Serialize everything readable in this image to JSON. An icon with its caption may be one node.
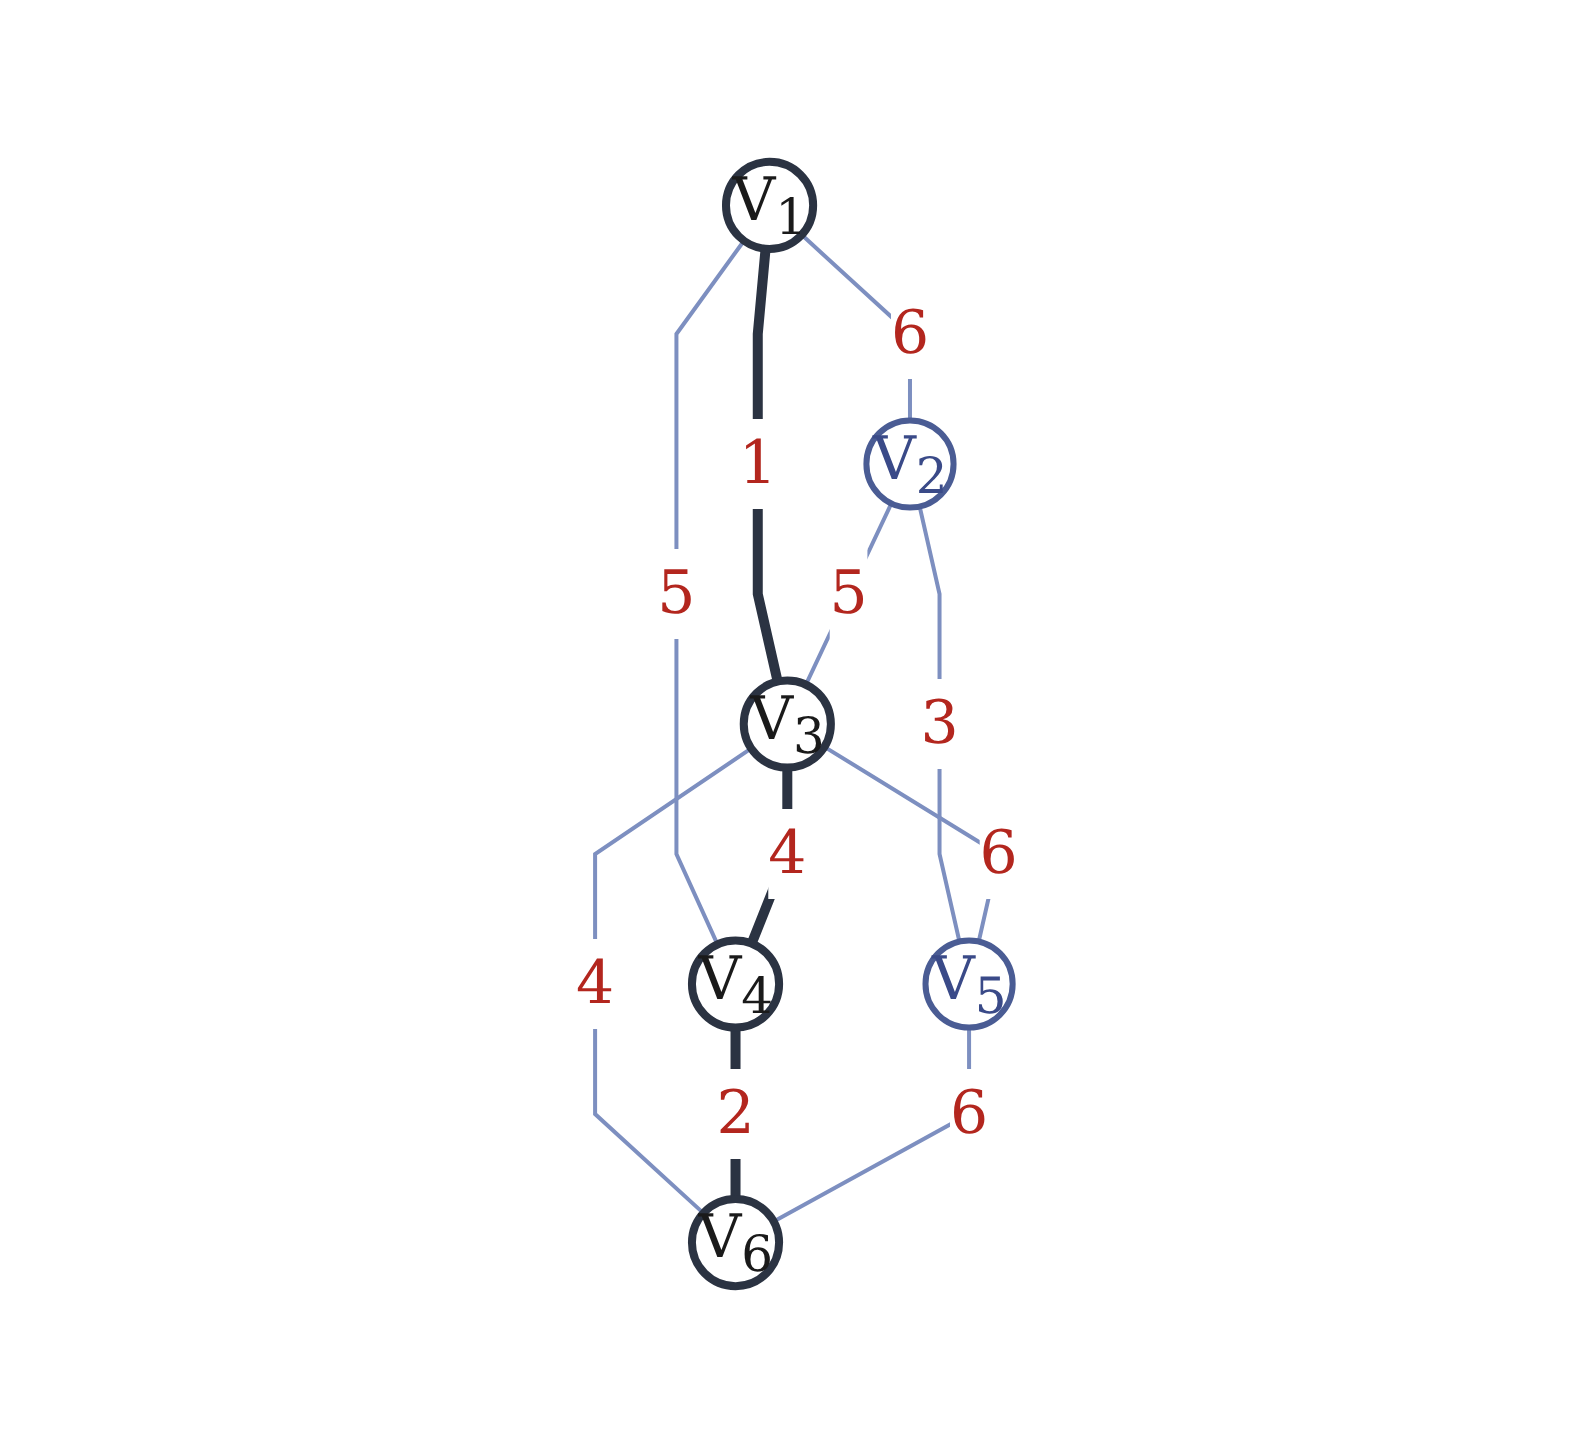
{
  "diagram": {
    "nodes": [
      {
        "text": [
          "V$_{1}$"
        ]
      },
      {
        "text": [
          "V$_{2}$"
        ]
      },
      {
        "text": [
          "V$_{4}$"
        ]
      },
      {
        "text": [
          "V$_{3}$"
        ]
      },
      {
        "text": [
          "V$_{5}$"
        ]
      },
      {
        "text": [
          "V$_{6}$"
        ]
      }
    ],
    "edges": [
      {
        "from": 0,
        "to": 1,
        "arrow": "none",
        "label": "6"
      },
      {
        "from": 0,
        "to": 3,
        "arrow": "none",
        "label": "1",
        "style": "thick",
        "color": "#2b3342"
      },
      {
        "from": 0,
        "to": 2,
        "arrow": "none",
        "label": "5"
      },
      {
        "from": 1,
        "to": 3,
        "arrow": "none",
        "label": "5"
      },
      {
        "from": 1,
        "to": 4,
        "arrow": "none",
        "label": "3"
      },
      {
        "from": 3,
        "to": 2,
        "arrow": "none",
        "label": "4",
        "style": "thick",
        "color": "#2b3342"
      },
      {
        "from": 3,
        "to": 4,
        "arrow": "none",
        "label": "6"
      },
      {
        "from": 3,
        "to": 5,
        "arrow": "none",
        "label": "4"
      },
      {
        "from": 2,
        "to": 5,
        "arrow": "none",
        "label": "2",
        "style": "thick",
        "color": "#2b3342"
      },
      {
        "from": 4,
        "to": 5,
        "arrow": "none",
        "label": "6"
      }
    ]
  }
}
